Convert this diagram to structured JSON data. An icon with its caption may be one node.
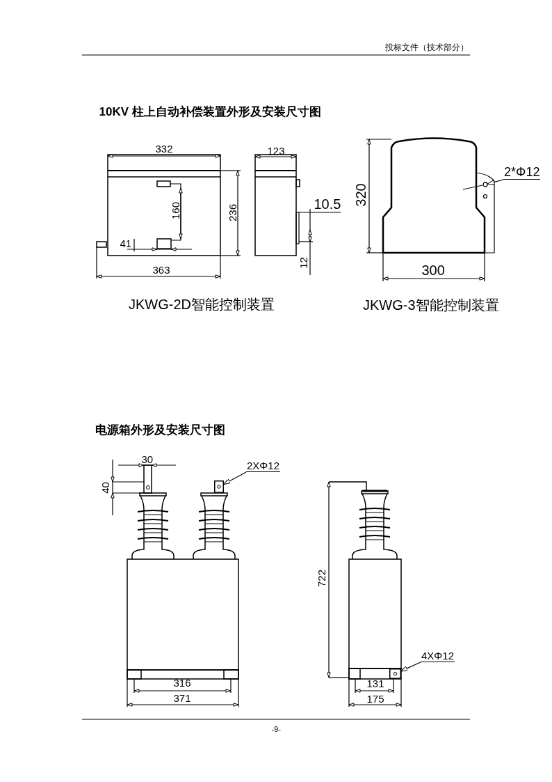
{
  "diagram": {
    "nodes": [
      {
        "text": [
          "2*Φ12"
        ]
      },
      {
        "text": [],
        "shape": "circle"
      },
      {
        "text": [
          "2XΦ12"
        ]
      },
      {
        "text": [],
        "shape": "box"
      },
      {
        "text": [
          "4XΦ12"
        ]
      },
      {
        "text": [],
        "shape": "box"
      }
    ],
    "edges": [
      {
        "from": 0,
        "to": 1,
        "arrow": "to"
      },
      {
        "from": 2,
        "to": 3,
        "arrow": "to"
      },
      {
        "from": 4,
        "to": 5,
        "arrow": "to"
      }
    ],
    "labels": [
      "投标文件（技术部分）",
      "10KV 柱上自动补偿装置外形及安装尺寸图",
      "332",
      "123",
      "10.5",
      "160",
      "236",
      "41",
      "363",
      "12",
      "320",
      "300",
      "JKWG-2D智能控制装置",
      "JKWG-3智能控制装置",
      "电源箱外形及安装尺寸图",
      "30",
      "40",
      "722",
      "316",
      "371",
      "131",
      "175",
      "-9-"
    ]
  }
}
